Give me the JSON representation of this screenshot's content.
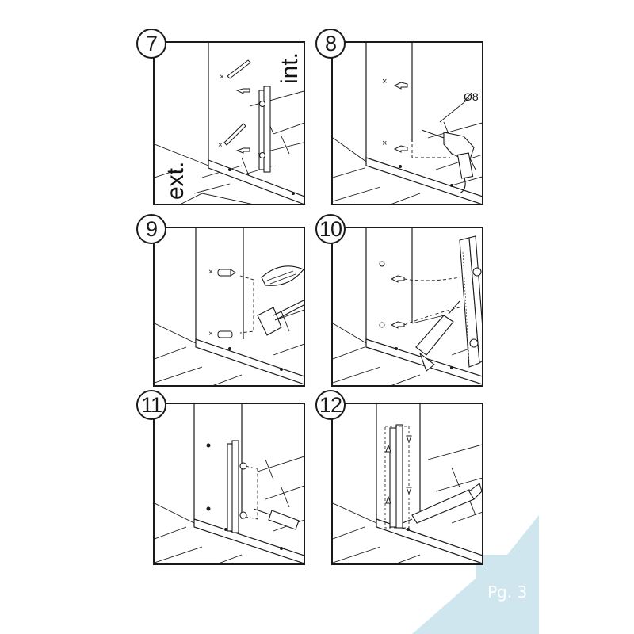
{
  "steps": [
    {
      "number": "7"
    },
    {
      "number": "8"
    },
    {
      "number": "9"
    },
    {
      "number": "10"
    },
    {
      "number": "11"
    },
    {
      "number": "12"
    }
  ],
  "labels": {
    "int": "int.",
    "ext": "ext.",
    "drill_diameter": "Ø8"
  },
  "footer": {
    "page": "Pg. 3"
  },
  "colors": {
    "corner_accent": "#cfe6ee",
    "line": "#1a1a1a"
  }
}
